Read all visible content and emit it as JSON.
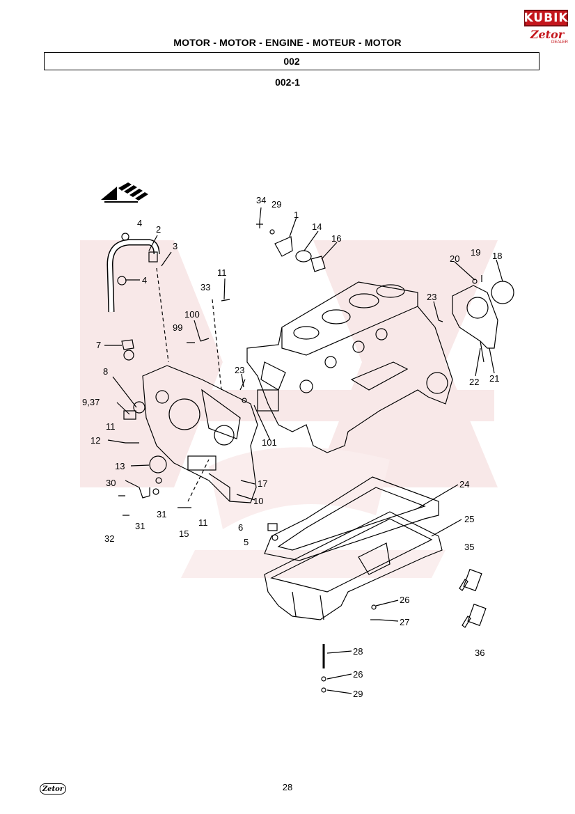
{
  "header": {
    "title": "MOTOR - MOTOR - ENGINE - MOTEUR - MOTOR",
    "section": "002",
    "subsection": "002-1"
  },
  "logos": {
    "brand": "KUBIK",
    "brand_sub": "Zetor",
    "brand_sub_tag": "DEALER",
    "footer": "Zetor"
  },
  "footer": {
    "page_number": "28"
  },
  "colors": {
    "watermark": "#f3d6d6",
    "brand_red": "#c4161c"
  },
  "callouts": [
    "34",
    "29",
    "1",
    "14",
    "16",
    "4",
    "2",
    "3",
    "4",
    "11",
    "33",
    "100",
    "99",
    "7",
    "8",
    "9,37",
    "23",
    "11",
    "12",
    "13",
    "30",
    "31",
    "31",
    "32",
    "15",
    "11",
    "17",
    "10",
    "101",
    "20",
    "19",
    "18",
    "23",
    "22",
    "21",
    "24",
    "25",
    "6",
    "5",
    "35",
    "26",
    "27",
    "28",
    "26",
    "29",
    "36"
  ]
}
